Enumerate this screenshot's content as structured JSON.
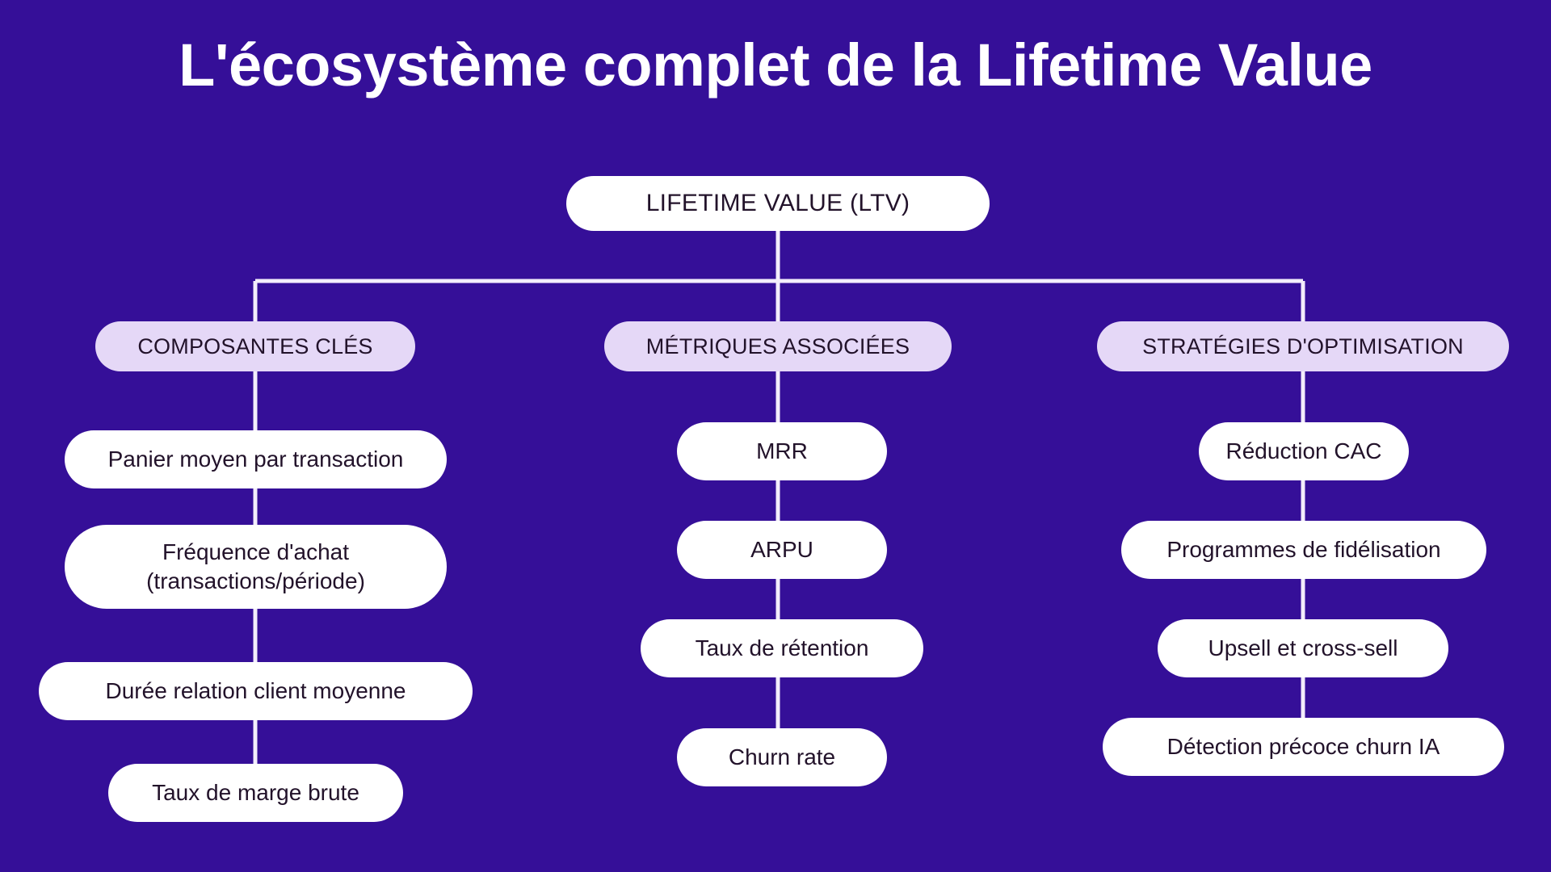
{
  "page": {
    "title": "L'écosystème complet de la Lifetime Value",
    "background_color": "#350F98",
    "node_color": "#FFFFFF",
    "category_color": "#E5D8F7",
    "text_color": "#22122A",
    "title_color": "#FFFFFF",
    "connector_color": "#F3EEFB"
  },
  "diagram": {
    "type": "tree",
    "root": {
      "label": "LIFETIME VALUE (LTV)"
    },
    "branches": [
      {
        "label": "COMPOSANTES CLÉS",
        "items": [
          {
            "lines": [
              "Panier moyen par transaction"
            ]
          },
          {
            "lines": [
              "Fréquence d'achat",
              "(transactions/période)"
            ]
          },
          {
            "lines": [
              "Durée relation client moyenne"
            ]
          },
          {
            "lines": [
              "Taux de marge brute"
            ]
          }
        ]
      },
      {
        "label": "MÉTRIQUES ASSOCIÉES",
        "items": [
          {
            "lines": [
              "MRR"
            ]
          },
          {
            "lines": [
              "ARPU"
            ]
          },
          {
            "lines": [
              "Taux de rétention"
            ]
          },
          {
            "lines": [
              "Churn rate"
            ]
          }
        ]
      },
      {
        "label": "STRATÉGIES D'OPTIMISATION",
        "items": [
          {
            "lines": [
              "Réduction CAC"
            ]
          },
          {
            "lines": [
              "Programmes de fidélisation"
            ]
          },
          {
            "lines": [
              "Upsell et cross-sell"
            ]
          },
          {
            "lines": [
              "Détection précoce churn IA"
            ]
          }
        ]
      }
    ]
  }
}
